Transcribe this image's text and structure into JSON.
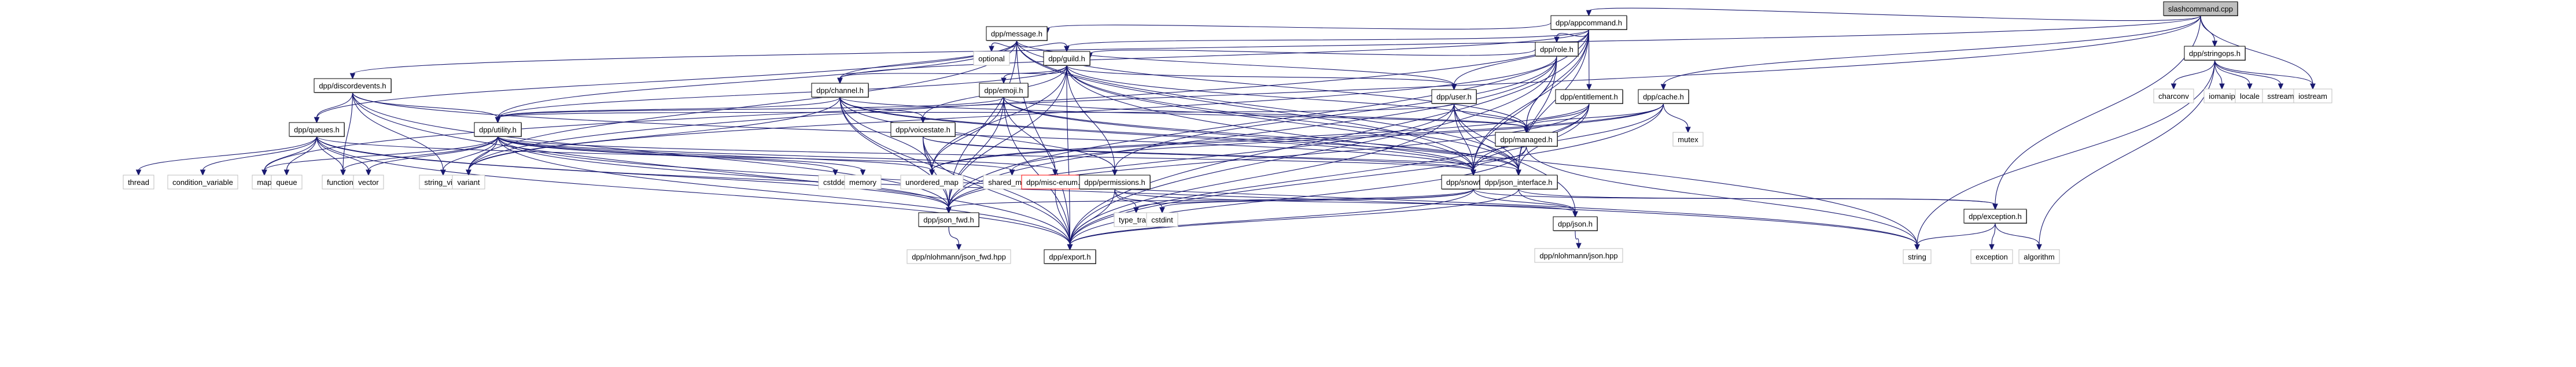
{
  "graph": {
    "title": "Include dependency graph for slashcommand.cpp",
    "root": "slashcommand.cpp",
    "colors": {
      "edge": "#191970",
      "root_fill": "#bfbfbf",
      "internal_border": "#000000",
      "external_border": "#bfbfbf",
      "missing_border": "#ff0000"
    },
    "nodes": [
      {
        "id": "slashcommand",
        "label": "slashcommand.cpp",
        "kind": "root"
      },
      {
        "id": "appcommand",
        "label": "dpp/appcommand.h",
        "kind": "internal"
      },
      {
        "id": "stringops",
        "label": "dpp/stringops.h",
        "kind": "internal"
      },
      {
        "id": "message",
        "label": "dpp/message.h",
        "kind": "internal"
      },
      {
        "id": "role",
        "label": "dpp/role.h",
        "kind": "internal"
      },
      {
        "id": "guild",
        "label": "dpp/guild.h",
        "kind": "internal"
      },
      {
        "id": "optional",
        "label": "optional",
        "kind": "external"
      },
      {
        "id": "discordevents",
        "label": "dpp/discordevents.h",
        "kind": "internal"
      },
      {
        "id": "channel",
        "label": "dpp/channel.h",
        "kind": "internal"
      },
      {
        "id": "emoji",
        "label": "dpp/emoji.h",
        "kind": "internal"
      },
      {
        "id": "user",
        "label": "dpp/user.h",
        "kind": "internal"
      },
      {
        "id": "entitlement",
        "label": "dpp/entitlement.h",
        "kind": "internal"
      },
      {
        "id": "cache",
        "label": "dpp/cache.h",
        "kind": "internal"
      },
      {
        "id": "queues",
        "label": "dpp/queues.h",
        "kind": "internal"
      },
      {
        "id": "utility",
        "label": "dpp/utility.h",
        "kind": "internal"
      },
      {
        "id": "voicestate",
        "label": "dpp/voicestate.h",
        "kind": "internal"
      },
      {
        "id": "managed",
        "label": "dpp/managed.h",
        "kind": "internal"
      },
      {
        "id": "mutex",
        "label": "mutex",
        "kind": "external"
      },
      {
        "id": "charconv",
        "label": "charconv",
        "kind": "external"
      },
      {
        "id": "iomanip",
        "label": "iomanip",
        "kind": "external"
      },
      {
        "id": "locale",
        "label": "locale",
        "kind": "external"
      },
      {
        "id": "sstream",
        "label": "sstream",
        "kind": "external"
      },
      {
        "id": "iostream",
        "label": "iostream",
        "kind": "external"
      },
      {
        "id": "thread",
        "label": "thread",
        "kind": "external"
      },
      {
        "id": "condition_variable",
        "label": "condition_variable",
        "kind": "external"
      },
      {
        "id": "map",
        "label": "map",
        "kind": "external"
      },
      {
        "id": "queue",
        "label": "queue",
        "kind": "external"
      },
      {
        "id": "functional",
        "label": "functional",
        "kind": "external"
      },
      {
        "id": "vector",
        "label": "vector",
        "kind": "external"
      },
      {
        "id": "string_view",
        "label": "string_view",
        "kind": "external"
      },
      {
        "id": "variant",
        "label": "variant",
        "kind": "external"
      },
      {
        "id": "cstddef",
        "label": "cstddef",
        "kind": "external"
      },
      {
        "id": "memory",
        "label": "memory",
        "kind": "external"
      },
      {
        "id": "unordered_map",
        "label": "unordered_map",
        "kind": "external"
      },
      {
        "id": "shared_mutex",
        "label": "shared_mutex",
        "kind": "external"
      },
      {
        "id": "misc_enum",
        "label": "dpp/misc-enum.h",
        "kind": "missing"
      },
      {
        "id": "permissions",
        "label": "dpp/permissions.h",
        "kind": "internal"
      },
      {
        "id": "snowflake",
        "label": "dpp/snowflake.h",
        "kind": "internal"
      },
      {
        "id": "json_interface",
        "label": "dpp/json_interface.h",
        "kind": "internal"
      },
      {
        "id": "json_fwd",
        "label": "dpp/json_fwd.h",
        "kind": "internal"
      },
      {
        "id": "type_traits",
        "label": "type_traits",
        "kind": "external"
      },
      {
        "id": "cstdint",
        "label": "cstdint",
        "kind": "external"
      },
      {
        "id": "json",
        "label": "dpp/json.h",
        "kind": "internal"
      },
      {
        "id": "exception_h",
        "label": "dpp/exception.h",
        "kind": "internal"
      },
      {
        "id": "nlohmann_json_fwd",
        "label": "dpp/nlohmann/json_fwd.hpp",
        "kind": "external"
      },
      {
        "id": "export",
        "label": "dpp/export.h",
        "kind": "internal"
      },
      {
        "id": "string",
        "label": "string",
        "kind": "external"
      },
      {
        "id": "exception",
        "label": "exception",
        "kind": "external"
      },
      {
        "id": "algorithm",
        "label": "algorithm",
        "kind": "external"
      },
      {
        "id": "nlohmann_json",
        "label": "dpp/nlohmann/json.hpp",
        "kind": "external"
      }
    ],
    "edges": [
      [
        "slashcommand",
        "appcommand"
      ],
      [
        "slashcommand",
        "discordevents"
      ],
      [
        "slashcommand",
        "cache"
      ],
      [
        "slashcommand",
        "exception_h"
      ],
      [
        "slashcommand",
        "stringops"
      ],
      [
        "slashcommand",
        "iostream"
      ],
      [
        "slashcommand",
        "map"
      ],
      [
        "appcommand",
        "message"
      ],
      [
        "appcommand",
        "role"
      ],
      [
        "appcommand",
        "guild"
      ],
      [
        "appcommand",
        "channel"
      ],
      [
        "appcommand",
        "user"
      ],
      [
        "appcommand",
        "entitlement"
      ],
      [
        "appcommand",
        "managed"
      ],
      [
        "appcommand",
        "json_fwd"
      ],
      [
        "appcommand",
        "export"
      ],
      [
        "appcommand",
        "variant"
      ],
      [
        "appcommand",
        "snowflake"
      ],
      [
        "appcommand",
        "json_interface"
      ],
      [
        "stringops",
        "charconv"
      ],
      [
        "stringops",
        "iomanip"
      ],
      [
        "stringops",
        "locale"
      ],
      [
        "stringops",
        "sstream"
      ],
      [
        "stringops",
        "iostream"
      ],
      [
        "stringops",
        "algorithm"
      ],
      [
        "stringops",
        "string"
      ],
      [
        "message",
        "optional"
      ],
      [
        "message",
        "guild"
      ],
      [
        "message",
        "user"
      ],
      [
        "message",
        "channel"
      ],
      [
        "message",
        "utility"
      ],
      [
        "message",
        "managed"
      ],
      [
        "message",
        "export"
      ],
      [
        "message",
        "json_fwd"
      ],
      [
        "message",
        "snowflake"
      ],
      [
        "message",
        "json_interface"
      ],
      [
        "message",
        "variant"
      ],
      [
        "message",
        "queues"
      ],
      [
        "role",
        "guild"
      ],
      [
        "role",
        "managed"
      ],
      [
        "role",
        "snowflake"
      ],
      [
        "role",
        "json_interface"
      ],
      [
        "role",
        "permissions"
      ],
      [
        "role",
        "export"
      ],
      [
        "role",
        "json_fwd"
      ],
      [
        "role",
        "variant"
      ],
      [
        "guild",
        "channel"
      ],
      [
        "guild",
        "emoji"
      ],
      [
        "guild",
        "user"
      ],
      [
        "guild",
        "voicestate"
      ],
      [
        "guild",
        "utility"
      ],
      [
        "guild",
        "managed"
      ],
      [
        "guild",
        "snowflake"
      ],
      [
        "guild",
        "json_interface"
      ],
      [
        "guild",
        "permissions"
      ],
      [
        "guild",
        "export"
      ],
      [
        "guild",
        "json_fwd"
      ],
      [
        "guild",
        "unordered_map"
      ],
      [
        "guild",
        "string"
      ],
      [
        "discordevents",
        "queues"
      ],
      [
        "discordevents",
        "utility"
      ],
      [
        "discordevents",
        "functional"
      ],
      [
        "discordevents",
        "string_view"
      ],
      [
        "discordevents",
        "export"
      ],
      [
        "discordevents",
        "json_fwd"
      ],
      [
        "discordevents",
        "snowflake"
      ],
      [
        "channel",
        "utility"
      ],
      [
        "channel",
        "voicestate"
      ],
      [
        "channel",
        "managed"
      ],
      [
        "channel",
        "snowflake"
      ],
      [
        "channel",
        "json_interface"
      ],
      [
        "channel",
        "permissions"
      ],
      [
        "channel",
        "unordered_map"
      ],
      [
        "channel",
        "variant"
      ],
      [
        "channel",
        "export"
      ],
      [
        "channel",
        "json_fwd"
      ],
      [
        "emoji",
        "utility"
      ],
      [
        "emoji",
        "managed"
      ],
      [
        "emoji",
        "misc_enum"
      ],
      [
        "emoji",
        "snowflake"
      ],
      [
        "emoji",
        "json_interface"
      ],
      [
        "emoji",
        "unordered_map"
      ],
      [
        "emoji",
        "export"
      ],
      [
        "emoji",
        "json_fwd"
      ],
      [
        "user",
        "utility"
      ],
      [
        "user",
        "managed"
      ],
      [
        "user",
        "snowflake"
      ],
      [
        "user",
        "json_interface"
      ],
      [
        "user",
        "export"
      ],
      [
        "user",
        "json_fwd"
      ],
      [
        "user",
        "json"
      ],
      [
        "entitlement",
        "managed"
      ],
      [
        "entitlement",
        "snowflake"
      ],
      [
        "entitlement",
        "json_interface"
      ],
      [
        "entitlement",
        "export"
      ],
      [
        "entitlement",
        "json_fwd"
      ],
      [
        "entitlement",
        "unordered_map"
      ],
      [
        "cache",
        "managed"
      ],
      [
        "cache",
        "mutex"
      ],
      [
        "cache",
        "shared_mutex"
      ],
      [
        "cache",
        "unordered_map"
      ],
      [
        "cache",
        "export"
      ],
      [
        "cache",
        "snowflake"
      ],
      [
        "queues",
        "thread"
      ],
      [
        "queues",
        "condition_variable"
      ],
      [
        "queues",
        "map"
      ],
      [
        "queues",
        "queue"
      ],
      [
        "queues",
        "functional"
      ],
      [
        "queues",
        "vector"
      ],
      [
        "queues",
        "export"
      ],
      [
        "queues",
        "json_fwd"
      ],
      [
        "queues",
        "string"
      ],
      [
        "queues",
        "shared_mutex"
      ],
      [
        "utility",
        "string_view"
      ],
      [
        "utility",
        "variant"
      ],
      [
        "utility",
        "cstddef"
      ],
      [
        "utility",
        "memory"
      ],
      [
        "utility",
        "unordered_map"
      ],
      [
        "utility",
        "functional"
      ],
      [
        "utility",
        "vector"
      ],
      [
        "utility",
        "map"
      ],
      [
        "utility",
        "export"
      ],
      [
        "utility",
        "json_fwd"
      ],
      [
        "utility",
        "snowflake"
      ],
      [
        "utility",
        "misc_enum"
      ],
      [
        "utility",
        "string"
      ],
      [
        "voicestate",
        "unordered_map"
      ],
      [
        "voicestate",
        "snowflake"
      ],
      [
        "voicestate",
        "json_interface"
      ],
      [
        "voicestate",
        "export"
      ],
      [
        "voicestate",
        "json_fwd"
      ],
      [
        "managed",
        "snowflake"
      ],
      [
        "managed",
        "export"
      ],
      [
        "managed",
        "string"
      ],
      [
        "misc_enum",
        "export"
      ],
      [
        "permissions",
        "type_traits"
      ],
      [
        "permissions",
        "cstdint"
      ],
      [
        "permissions",
        "export"
      ],
      [
        "permissions",
        "json"
      ],
      [
        "snowflake",
        "json_fwd"
      ],
      [
        "snowflake",
        "type_traits"
      ],
      [
        "snowflake",
        "cstdint"
      ],
      [
        "snowflake",
        "export"
      ],
      [
        "snowflake",
        "json"
      ],
      [
        "snowflake",
        "exception_h"
      ],
      [
        "json_interface",
        "json"
      ],
      [
        "json_interface",
        "export"
      ],
      [
        "json_interface",
        "exception_h"
      ],
      [
        "json_fwd",
        "nlohmann_json_fwd"
      ],
      [
        "json",
        "nlohmann_json"
      ],
      [
        "exception_h",
        "string"
      ],
      [
        "exception_h",
        "exception"
      ],
      [
        "exception_h",
        "algorithm"
      ]
    ]
  }
}
